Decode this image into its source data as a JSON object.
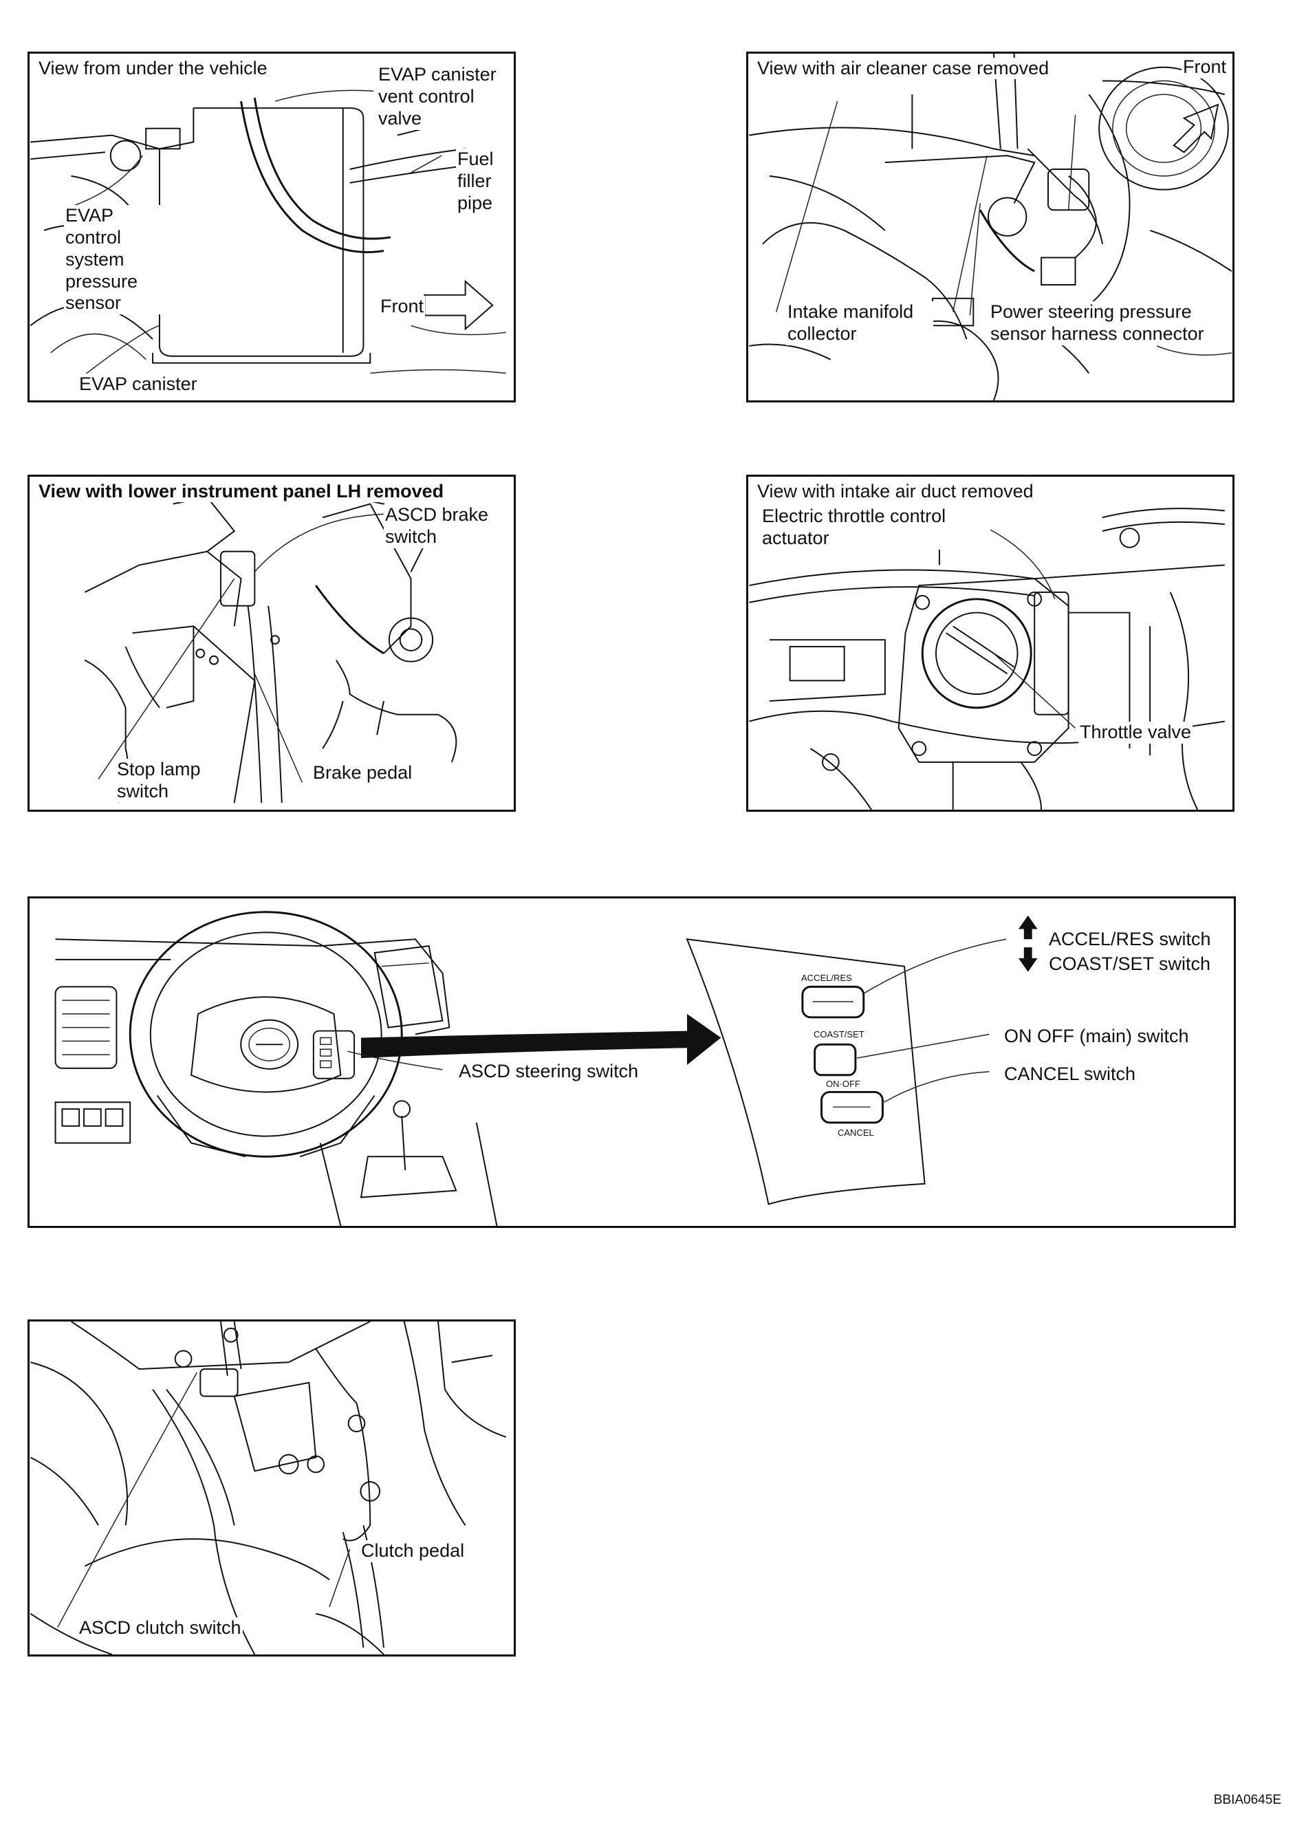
{
  "panels": {
    "evap": {
      "header": "View from under the vehicle",
      "vent_valve": "EVAP canister vent control valve",
      "filler_pipe": "Fuel filler pipe",
      "pressure_sensor": "EVAP control system pressure sensor",
      "front": "Front",
      "canister": "EVAP canister"
    },
    "air_cleaner": {
      "header": "View with air cleaner case removed",
      "front": "Front",
      "intake_manifold": "Intake manifold collector",
      "ps_sensor": "Power steering pressure sensor harness connector"
    },
    "brake": {
      "header": "View with lower instrument panel LH removed",
      "ascd_brake": "ASCD brake switch",
      "stop_lamp": "Stop lamp switch",
      "brake_pedal": "Brake pedal"
    },
    "throttle": {
      "header": "View with intake air duct removed",
      "actuator": "Electric throttle control actuator",
      "valve": "Throttle valve"
    },
    "steering": {
      "steering_switch": "ASCD steering switch",
      "accel_res": "ACCEL/RES switch",
      "coast_set": "COAST/SET switch",
      "on_off": "ON OFF (main) switch",
      "cancel": "CANCEL switch",
      "btn_accel": "ACCEL/RES",
      "btn_coast": "COAST/SET",
      "btn_onoff": "ON·OFF",
      "btn_cancel": "CANCEL"
    },
    "clutch": {
      "clutch_pedal": "Clutch pedal",
      "clutch_switch": "ASCD clutch switch"
    }
  },
  "figure_code": "BBIA0645E"
}
